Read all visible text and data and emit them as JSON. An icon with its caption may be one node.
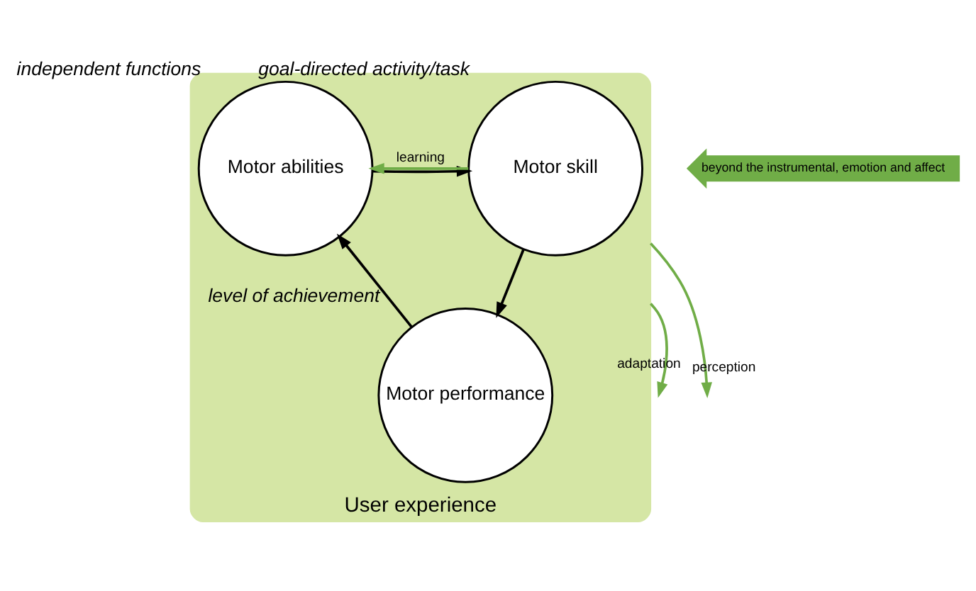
{
  "diagram": {
    "nodes": [
      {
        "text": [
          "User experience"
        ]
      },
      {
        "text": [
          "Motor abilities"
        ],
        "in": 0,
        "beside": [
          "independent functions"
        ]
      },
      {
        "text": [
          "Motor skill"
        ],
        "in": 0,
        "beside": [
          "goal-directed activity/task"
        ]
      },
      {
        "text": [
          "Motor performance"
        ],
        "in": 0,
        "beside": [
          "level of achievement"
        ]
      },
      {
        "text": [
          "beyond the instrumental, emotion and affect"
        ]
      }
    ],
    "edges": [
      {
        "from": 1,
        "to": 2,
        "arrow": "to"
      },
      {
        "from": 2,
        "to": 3,
        "arrow": "to"
      },
      {
        "from": 3,
        "to": 1,
        "arrow": "to"
      },
      {
        "from": 0,
        "to": 1,
        "arrow": "to",
        "label": "learning",
        "color": "#70ad47"
      },
      {
        "from": 0,
        "to": null,
        "arrow": "to",
        "label": "perception",
        "color": "#70ad47"
      },
      {
        "from": 0,
        "to": null,
        "arrow": "to",
        "label": "adaptation",
        "color": "#70ad47"
      }
    ]
  }
}
